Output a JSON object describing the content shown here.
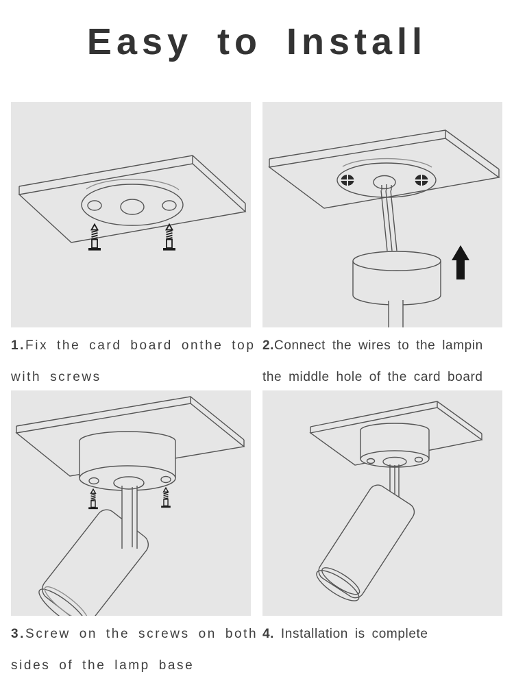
{
  "title": {
    "text": "Easy to Install"
  },
  "theme": {
    "page_background": "#ffffff",
    "panel_background": "#e6e6e6",
    "drawing_line_color": "#555555",
    "hardware_color": "#1c1c1c",
    "title_color": "#333333",
    "caption_color": "#3f3f3f"
  },
  "steps": [
    {
      "number": "1.",
      "line1": "Fix the card board onthe top",
      "line2": "with screws",
      "illustration": "card-board-underside-with-two-screws"
    },
    {
      "number": "2.",
      "line1": "Connect the wires to the lampin",
      "line2": "the middle hole of the card board",
      "illustration": "wires-through-middle-hole-to-lamp-base-arrow-up"
    },
    {
      "number": "3.",
      "line1": "Screw on the screws on both",
      "line2": "sides of the lamp base",
      "illustration": "screws-into-both-sides-of-lamp-base"
    },
    {
      "number": "4.",
      "line1": " Installation is complete",
      "line2": "",
      "illustration": "installed-spotlight-complete"
    }
  ]
}
